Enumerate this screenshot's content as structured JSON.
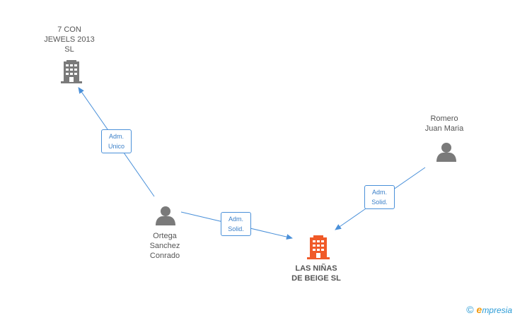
{
  "colors": {
    "edge": "#4a90d9",
    "person": "#7a7a7a",
    "company": "#7a7a7a",
    "main_company": "#f05a28"
  },
  "nodes": {
    "jewels": {
      "lines": [
        "7 CON",
        "JEWELS 2013",
        "SL"
      ],
      "icon": "building-icon"
    },
    "romero": {
      "lines": [
        "Romero",
        "Juan Maria"
      ],
      "icon": "person-icon"
    },
    "ortega": {
      "lines": [
        "Ortega",
        "Sanchez",
        "Conrado"
      ],
      "icon": "person-icon"
    },
    "main": {
      "lines": [
        "LAS NIÑAS",
        "DE BEIGE SL"
      ],
      "icon": "building-icon"
    }
  },
  "edges": {
    "ortega_jewels": {
      "lines": [
        "Adm.",
        "Unico"
      ]
    },
    "ortega_main": {
      "lines": [
        "Adm.",
        "Solid."
      ]
    },
    "romero_main": {
      "lines": [
        "Adm.",
        "Solid."
      ]
    }
  },
  "brand": {
    "copyright": "©",
    "initial": "e",
    "name": "mpresia"
  }
}
